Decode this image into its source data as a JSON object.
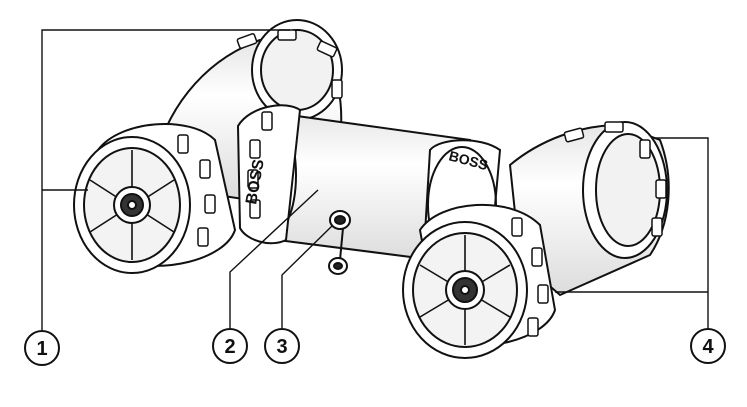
{
  "figure": {
    "brand_label": "BOSS",
    "callouts": [
      {
        "id": "1",
        "label": "1",
        "target": "speaker-pod-left"
      },
      {
        "id": "2",
        "label": "2",
        "target": "center-tube"
      },
      {
        "id": "3",
        "label": "3",
        "target": "connector-ports"
      },
      {
        "id": "4",
        "label": "4",
        "target": "speaker-pod-right"
      }
    ]
  },
  "colors": {
    "stroke": "#111111",
    "body_fill": "#ffffff",
    "shade": "#d9d9d9",
    "dark": "#222222"
  }
}
